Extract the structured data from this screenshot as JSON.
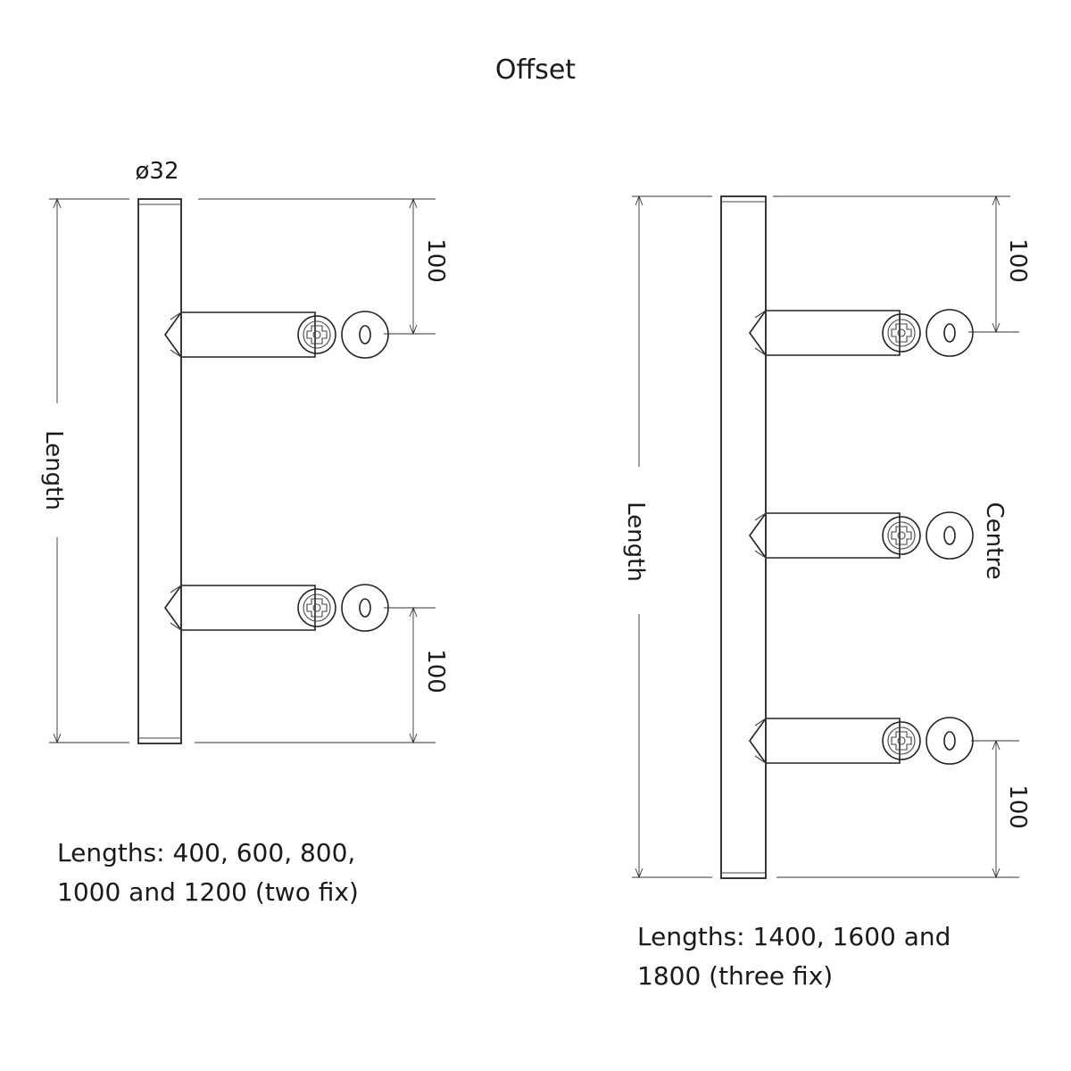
{
  "title": "Offset",
  "left_drawing": {
    "diameter_label": "ø32",
    "length_label": "Length",
    "top_offset_label": "100",
    "bottom_offset_label": "100",
    "lengths_note": [
      "Lengths: 400, 600, 800,",
      "1000 and 1200 (two fix)"
    ]
  },
  "right_drawing": {
    "length_label": "Length",
    "top_offset_label": "100",
    "centre_label": "Centre",
    "bottom_offset_label": "100",
    "lengths_note": [
      "Lengths: 1400, 1600 and",
      "1800 (three fix)"
    ]
  }
}
